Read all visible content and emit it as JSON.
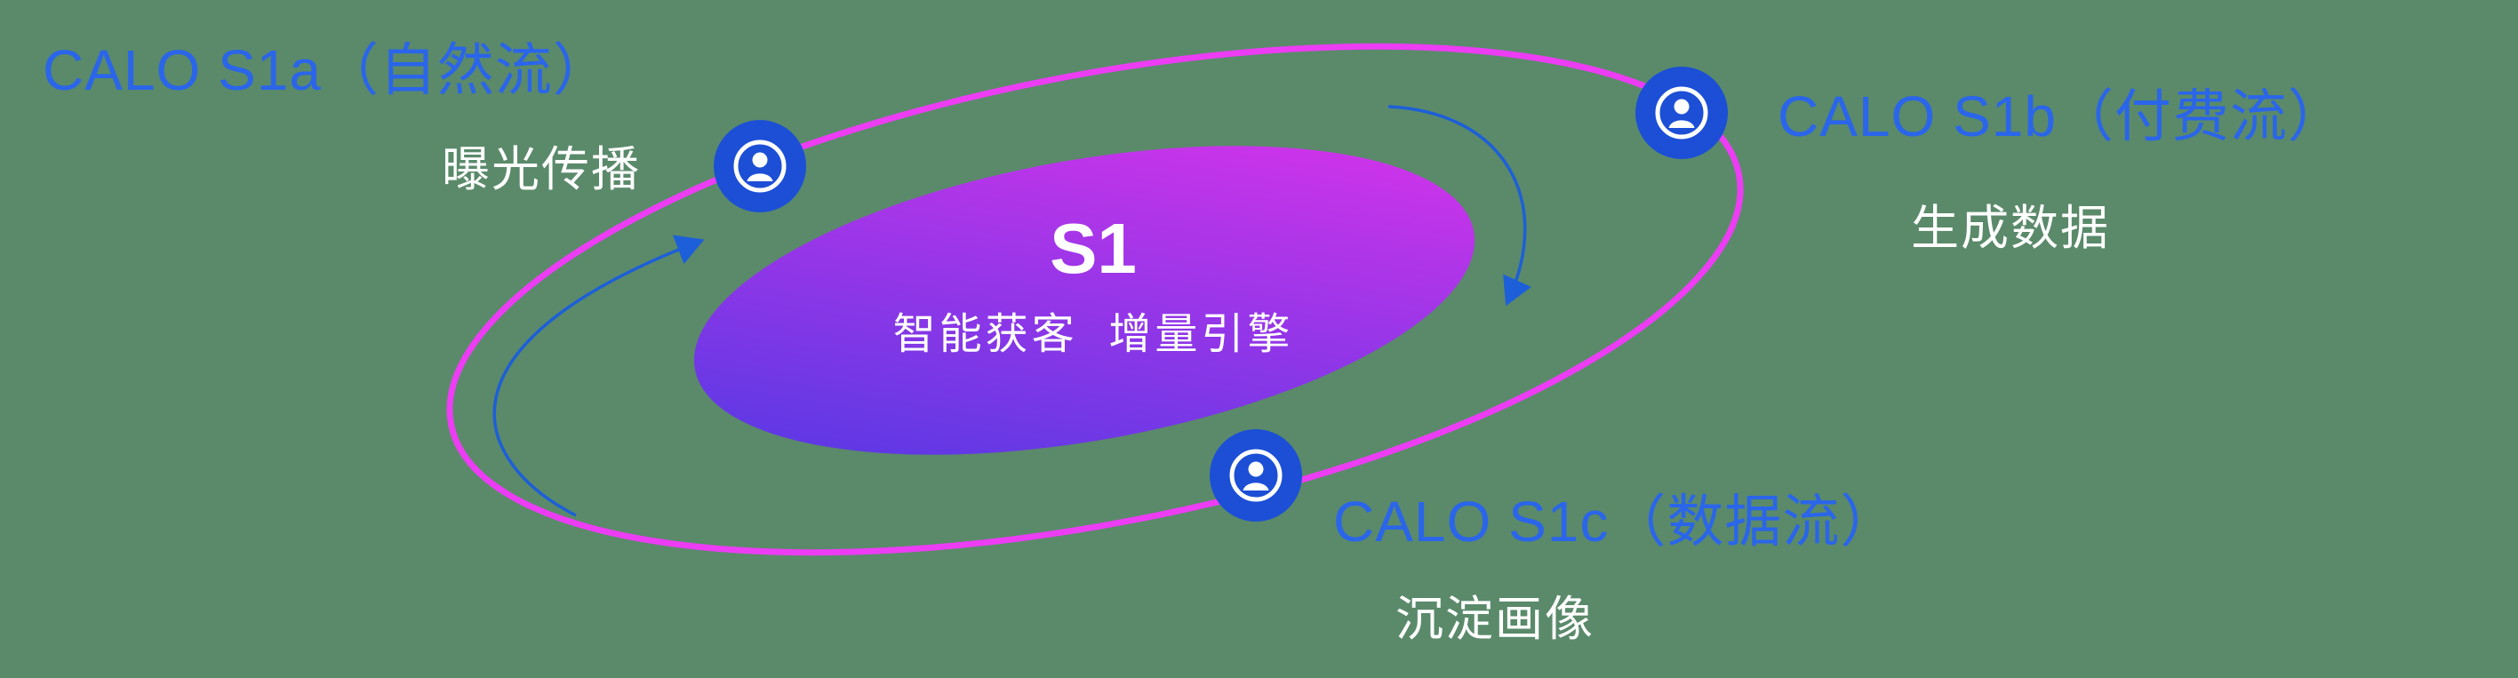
{
  "center": {
    "title": "S1",
    "subtitle": "智能获客  增量引擎"
  },
  "nodes": [
    {
      "id": "calo-s1a",
      "label": "CALO S1a（自然流）",
      "sublabel": "曝光传播"
    },
    {
      "id": "calo-s1b",
      "label": "CALO S1b（付费流）",
      "sublabel": "生成数据"
    },
    {
      "id": "calo-s1c",
      "label": "CALO S1c（数据流）",
      "sublabel": "沉淀画像"
    }
  ],
  "icons": [
    {
      "name": "user-icon"
    },
    {
      "name": "user-icon"
    },
    {
      "name": "user-icon"
    }
  ],
  "colors": {
    "background_green": "#5a8a6a",
    "label_blue": "#2a65ea",
    "icon_blue": "#1c4fd6",
    "ring_magenta": "#ec3df4",
    "ellipse_gradient_start": "#4b39e3",
    "ellipse_gradient_end": "#e233ea",
    "arrow_blue": "#1d5fd8",
    "sublabel_white": "#ffffff"
  }
}
